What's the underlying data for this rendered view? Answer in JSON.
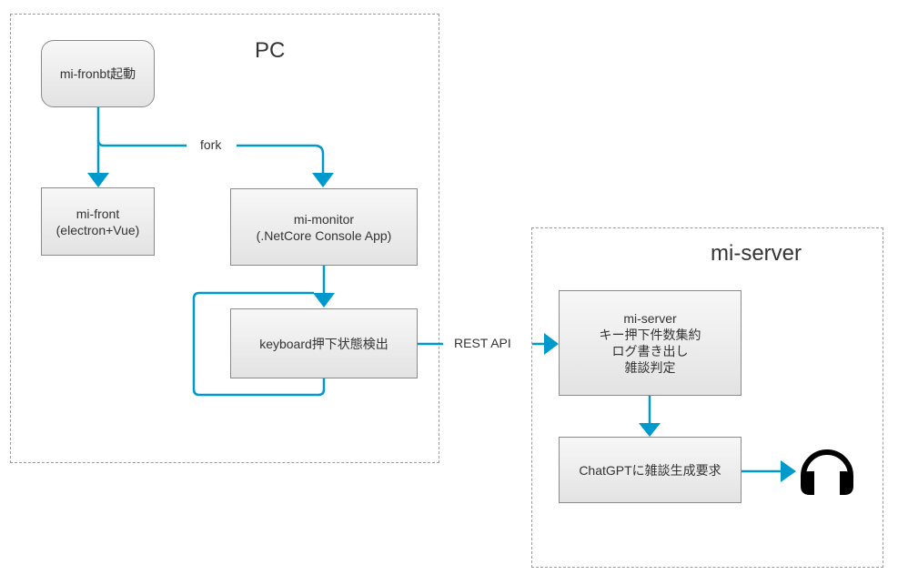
{
  "colors": {
    "edge": "#0099cc",
    "node_border": "#8a8a8a",
    "group_border": "#9a9a9a",
    "text": "#333333",
    "icon": "#000000"
  },
  "groups": {
    "pc": {
      "title": "PC"
    },
    "server": {
      "title": "mi-server"
    }
  },
  "nodes": {
    "launcher": {
      "label": "mi-fronbt起動"
    },
    "front": {
      "label": "mi-front\n(electron+Vue)"
    },
    "monitor": {
      "label": "mi-monitor\n(.NetCore Console App)"
    },
    "keyboard": {
      "label": "keyboard押下状態検出"
    },
    "server": {
      "label": "mi-server\nキー押下件数集約\nログ書き出し\n雑談判定"
    },
    "chatgpt": {
      "label": "ChatGPTに雑談生成要求"
    }
  },
  "edges": {
    "fork": {
      "label": "fork"
    },
    "rest": {
      "label": "REST API"
    }
  },
  "icons": {
    "output": "headphones-icon"
  }
}
